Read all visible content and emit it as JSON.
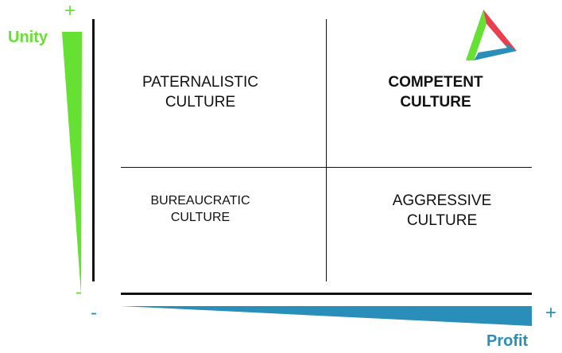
{
  "colors": {
    "green": "#66e033",
    "blue": "#2a8fb8",
    "red": "#e8404f",
    "line": "#111111"
  },
  "vertical_axis": {
    "label": "Unity",
    "plus": "+",
    "minus": "-"
  },
  "horizontal_axis": {
    "label": "Profit",
    "plus": "+",
    "minus": "-"
  },
  "quadrants": {
    "top_left": {
      "line1": "PATERNALISTIC",
      "line2": "CULTURE"
    },
    "top_right": {
      "line1": "COMPETENT",
      "line2": "CULTURE"
    },
    "bottom_left": {
      "line1": "BUREAUCRATIC",
      "line2": "CULTURE"
    },
    "bottom_right": {
      "line1": "AGGRESSIVE",
      "line2": "CULTURE"
    }
  },
  "logo": {
    "icon": "triangle-logo-icon"
  }
}
